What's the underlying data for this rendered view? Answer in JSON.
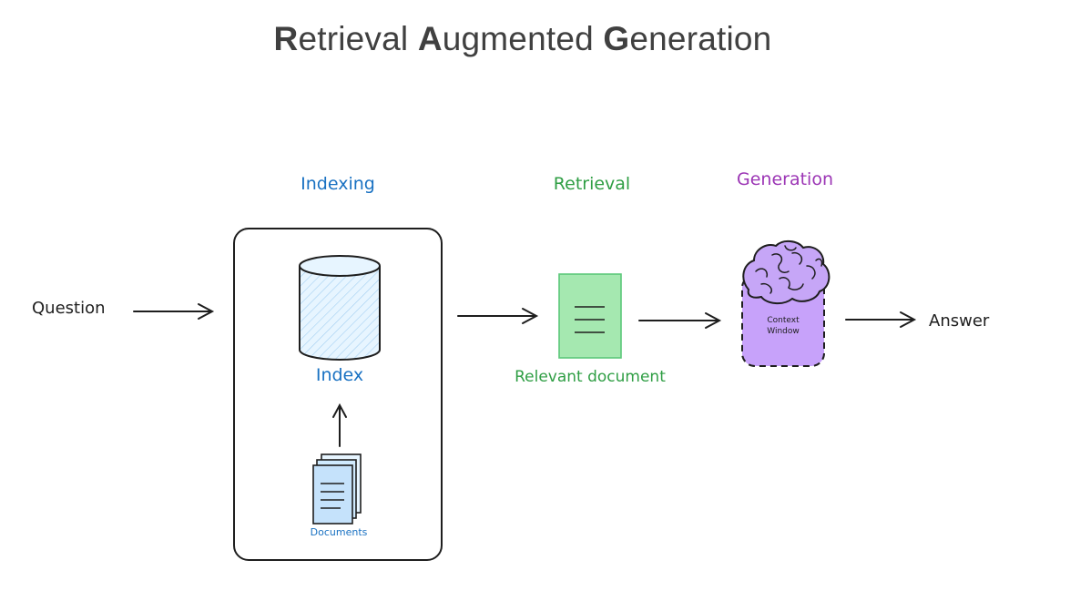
{
  "title": {
    "parts": [
      {
        "initial": "R",
        "rest": "etrieval "
      },
      {
        "initial": "A",
        "rest": "ugmented "
      },
      {
        "initial": "G",
        "rest": "eneration"
      }
    ]
  },
  "stages": {
    "indexing": "Indexing",
    "retrieval": "Retrieval",
    "generation": "Generation"
  },
  "labels": {
    "question": "Question",
    "index": "Index",
    "documents": "Documents",
    "relevant_document": "Relevant document",
    "context_window_line1": "Context",
    "context_window_line2": "Window",
    "answer": "Answer"
  },
  "colors": {
    "title": "#404040",
    "indexing": "#1971c2",
    "retrieval": "#2f9e44",
    "generation": "#9c36b5",
    "ink": "#1e1e1e",
    "index_fill": "#d0ebff",
    "doc_fill": "#a5e8b0",
    "brain_fill": "#c6a6f7",
    "context_fill": "#c7a2fa"
  }
}
